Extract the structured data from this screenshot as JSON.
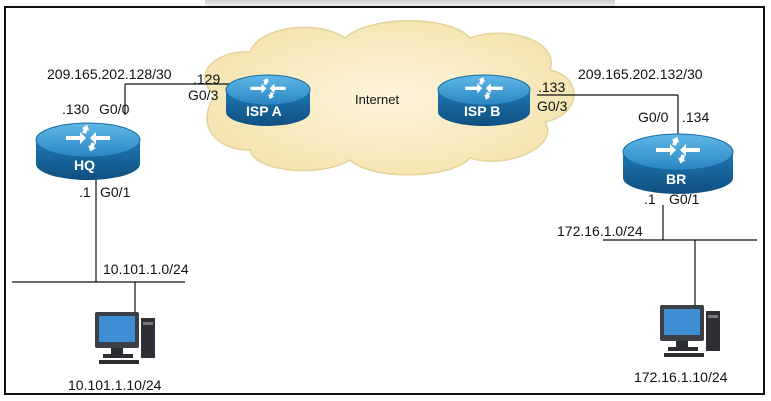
{
  "cloud": {
    "label": "Internet"
  },
  "routers": {
    "hq": {
      "name": "HQ",
      "g00": ".130",
      "g00_if": "G0/0",
      "g01": ".1",
      "g01_if": "G0/1"
    },
    "isp_a": {
      "name": "ISP A",
      "ip": ".129",
      "if": "G0/3"
    },
    "isp_b": {
      "name": "ISP B",
      "ip": ".133",
      "if": "G0/3"
    },
    "br": {
      "name": "BR",
      "g00_if": "G0/0",
      "g00": ".134",
      "g01": ".1",
      "g01_if": "G0/1"
    }
  },
  "links": {
    "hq_isp": "209.165.202.128/30",
    "br_isp": "209.165.202.132/30",
    "lan_hq": "10.101.1.0/24",
    "lan_br": "172.16.1.0/24"
  },
  "hosts": {
    "hq_pc": "10.101.1.10/24",
    "br_pc": "172.16.1.10/24"
  },
  "colors": {
    "router_top": "#3da1d8",
    "router_side": "#1b6fa8",
    "cloud": "#fbefc9",
    "line": "#111111"
  }
}
